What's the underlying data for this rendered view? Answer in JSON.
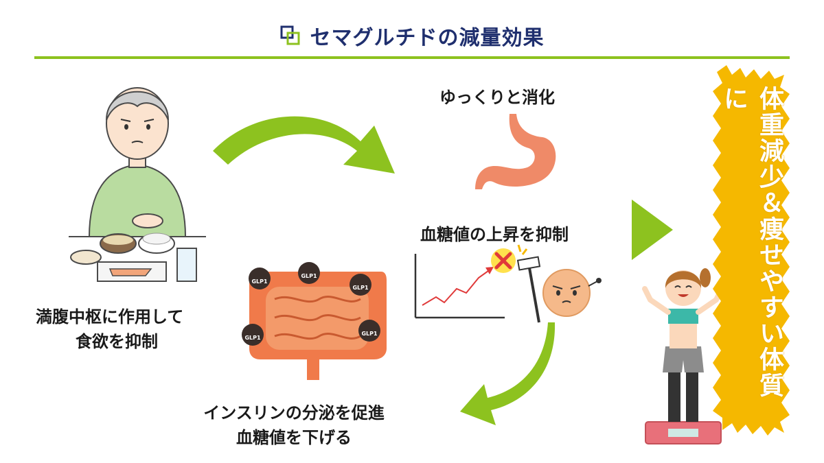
{
  "header": {
    "title": "セマグルチドの減量効果"
  },
  "labels": {
    "appetite_line1": "満腹中枢に作用して",
    "appetite_line2": "食欲を抑制",
    "digestion": "ゆっくりと消化",
    "glucose_rise": "血糖値の上昇を抑制",
    "insulin_line1": "インスリンの分泌を促進",
    "insulin_line2": "血糖値を下げる"
  },
  "hormone_badges": [
    "GLP1",
    "GLP1",
    "GLP1",
    "GLP1",
    "GLP1"
  ],
  "result_banner": "体重減少＆痩せやすい体質に",
  "colors": {
    "title": "#1f2f6e",
    "accent_green": "#8dc21f",
    "banner_yellow": "#f5b800",
    "stomach": "#ef8a68",
    "intestine": "#f07a4a"
  }
}
